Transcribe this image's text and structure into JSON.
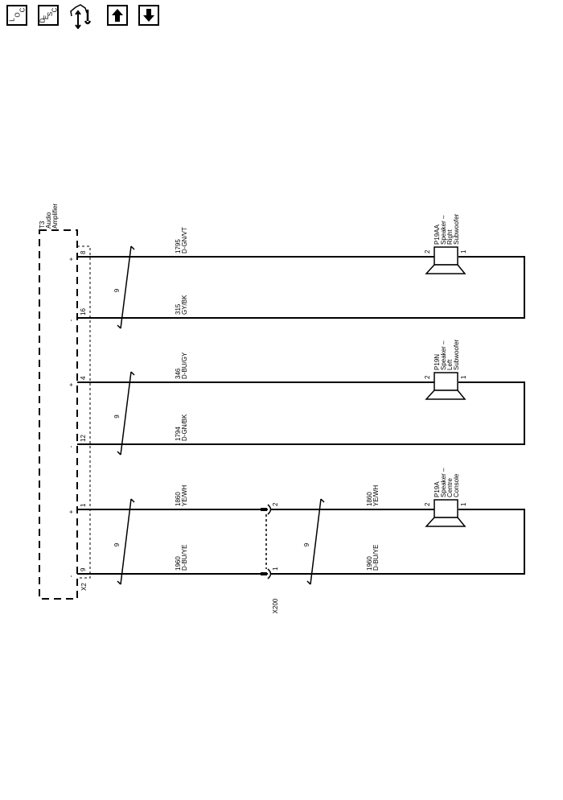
{
  "toolbar": {
    "loc": {
      "l1": "L",
      "l2": "O",
      "l3": "C"
    },
    "desc": {
      "l1": "D",
      "l2": "E",
      "l3": "S",
      "l4": "C"
    },
    "icons": [
      "loc-button",
      "desc-button",
      "service-info-icon",
      "arrow-up-icon",
      "arrow-down-icon"
    ]
  },
  "amplifier": {
    "lines": [
      "T3",
      "Audio",
      "Amplifier"
    ],
    "connector": "X2"
  },
  "inline_connector": {
    "name": "X200"
  },
  "circuits": [
    {
      "twist": "9",
      "pos": {
        "polarity": "+",
        "pin": "8",
        "circuit": "1795",
        "color": "D-GN/VT"
      },
      "neg": {
        "polarity": "-",
        "pin": "16",
        "circuit": "315",
        "color": "GY/BK"
      },
      "speaker": {
        "lines": [
          "P19AA",
          "Speaker –",
          "Right",
          "Subwoofer"
        ],
        "pin_pos": "2",
        "pin_neg": "1"
      }
    },
    {
      "twist": "9",
      "pos": {
        "polarity": "+",
        "pin": "4",
        "circuit": "346",
        "color": "D-BU/GY"
      },
      "neg": {
        "polarity": "-",
        "pin": "12",
        "circuit": "1794",
        "color": "D-GN/BK"
      },
      "speaker": {
        "lines": [
          "P19N",
          "Speaker –",
          "Left",
          "Subwoofer"
        ],
        "pin_pos": "2",
        "pin_neg": "1"
      }
    },
    {
      "twist": "9",
      "pos": {
        "polarity": "+",
        "pin": "1",
        "circuit": "1860",
        "color": "YE/WH"
      },
      "neg": {
        "polarity": "-",
        "pin": "9",
        "circuit": "1960",
        "color": "D-BU/YE"
      },
      "speaker": {
        "lines": [
          "P19A",
          "Speaker –",
          "Centre",
          "Console"
        ],
        "pin_pos": "2",
        "pin_neg": "1"
      },
      "inline": {
        "pin_pos": "2",
        "pin_neg": "1",
        "twist": "9",
        "pos": {
          "circuit": "1860",
          "color": "YE/WH"
        },
        "neg": {
          "circuit": "1960",
          "color": "D-BU/YE"
        }
      }
    }
  ]
}
